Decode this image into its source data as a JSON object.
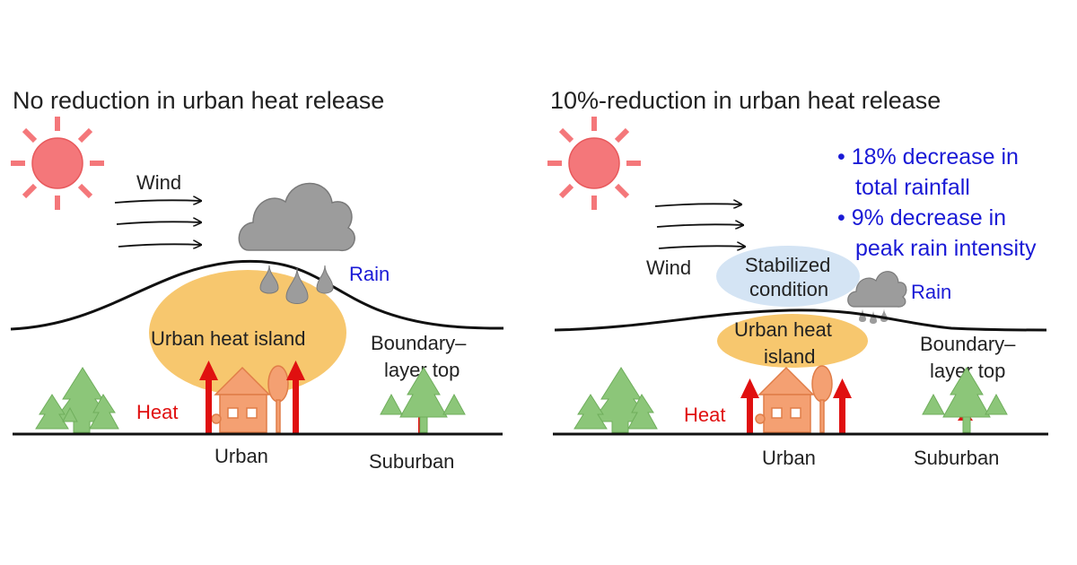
{
  "left_panel": {
    "title": "No reduction in urban heat release",
    "wind_label": "Wind",
    "rain_label": "Rain",
    "uhi_label": "Urban heat island",
    "boundary_label_1": "Boundary–",
    "boundary_label_2": "layer top",
    "heat_label": "Heat",
    "urban_label": "Urban",
    "suburban_label": "Suburban"
  },
  "right_panel": {
    "title": "10%-reduction in urban heat release",
    "bullets": [
      {
        "line1": "• 18% decrease in",
        "line2": "total rainfall"
      },
      {
        "line1": "• 9% decrease in",
        "line2": "peak rain intensity"
      }
    ],
    "wind_label": "Wind",
    "stable_label_1": "Stabilized",
    "stable_label_2": "condition",
    "rain_label": "Rain",
    "uhi_label_1": "Urban heat",
    "uhi_label_2": "island",
    "boundary_label_1": "Boundary–",
    "boundary_label_2": "layer top",
    "heat_label": "Heat",
    "urban_label": "Urban",
    "suburban_label": "Suburban"
  },
  "colors": {
    "sun": "#f4777a",
    "heat_arrow": "#e01010",
    "heat_island": "#f6bd55",
    "cloud": "#9c9c9c",
    "trees": "#8cc679",
    "house": "#f4a072",
    "stable_zone": "#d4e4f4",
    "rain_text": "#1a1ad6"
  }
}
